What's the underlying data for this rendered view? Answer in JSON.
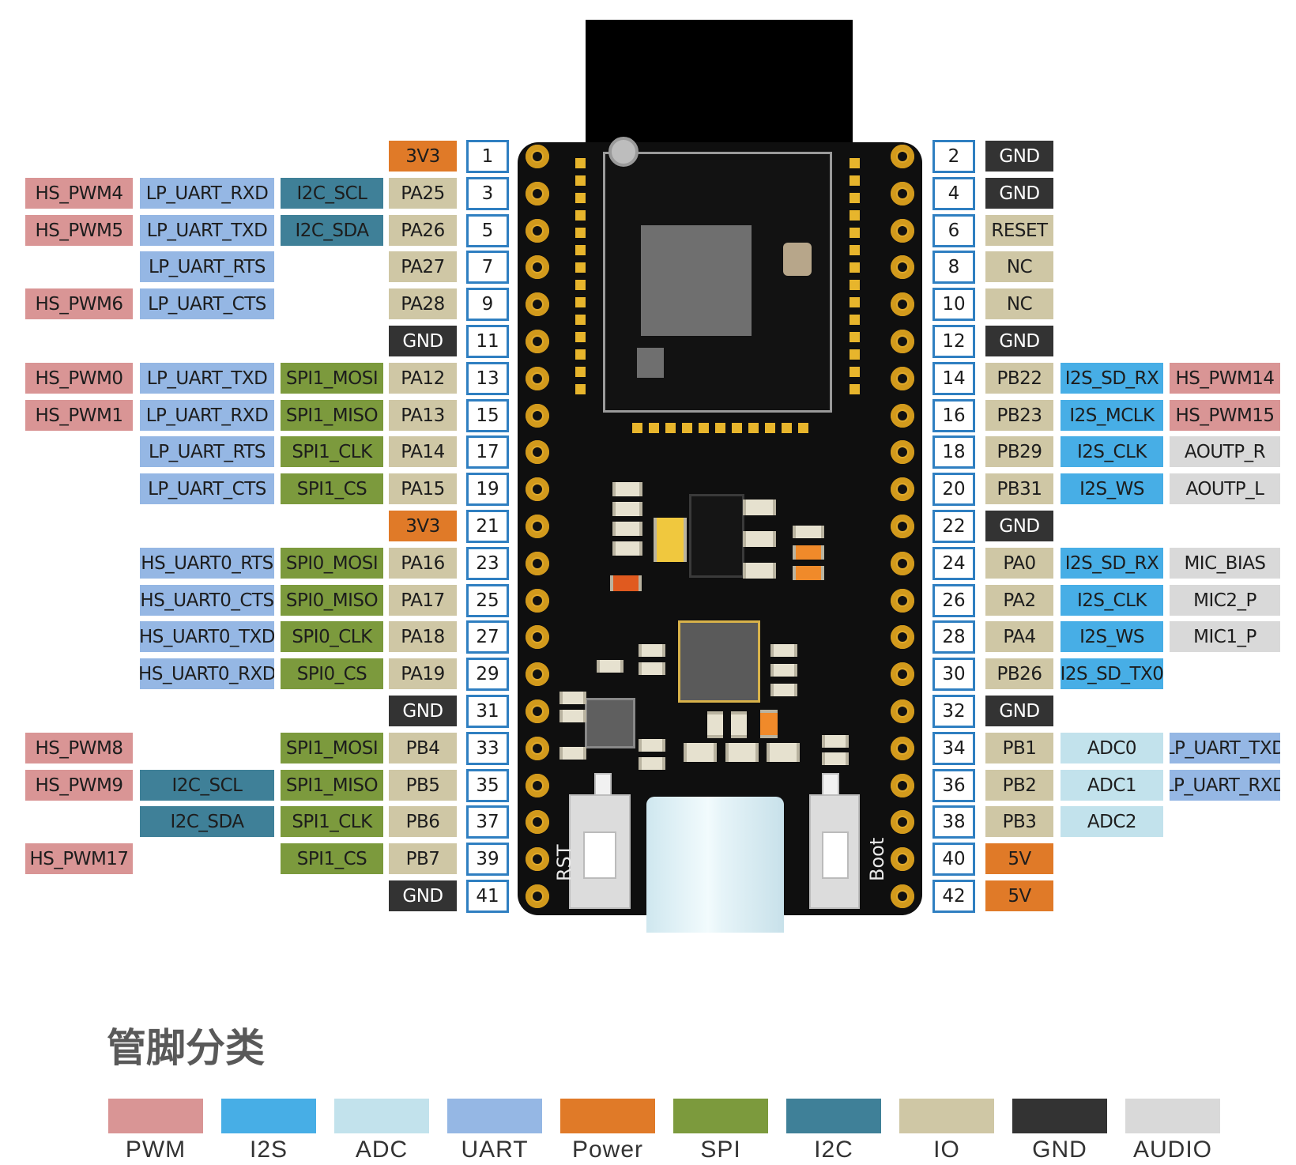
{
  "colors": {
    "PWM": "#d99595",
    "I2S": "#47aee6",
    "ADC": "#c2e2ec",
    "UART": "#95b7e4",
    "Power": "#e07a28",
    "SPI": "#7c9a3d",
    "I2C": "#3f8098",
    "IO": "#cfc7a5",
    "GND": "#333333",
    "AUDIO": "#d9d9d9"
  },
  "left_rows": [
    {
      "num": "1",
      "io": {
        "t": "3V3",
        "c": "Power"
      }
    },
    {
      "num": "3",
      "io": {
        "t": "PA25",
        "c": "IO"
      },
      "f1": {
        "t": "I2C_SCL",
        "c": "I2C"
      },
      "f2": {
        "t": "LP_UART_RXD",
        "c": "UART"
      },
      "f3": {
        "t": "HS_PWM4",
        "c": "PWM"
      }
    },
    {
      "num": "5",
      "io": {
        "t": "PA26",
        "c": "IO"
      },
      "f1": {
        "t": "I2C_SDA",
        "c": "I2C"
      },
      "f2": {
        "t": "LP_UART_TXD",
        "c": "UART"
      },
      "f3": {
        "t": "HS_PWM5",
        "c": "PWM"
      }
    },
    {
      "num": "7",
      "io": {
        "t": "PA27",
        "c": "IO"
      },
      "f2": {
        "t": "LP_UART_RTS",
        "c": "UART"
      }
    },
    {
      "num": "9",
      "io": {
        "t": "PA28",
        "c": "IO"
      },
      "f2": {
        "t": "LP_UART_CTS",
        "c": "UART"
      },
      "f3": {
        "t": "HS_PWM6",
        "c": "PWM"
      }
    },
    {
      "num": "11",
      "io": {
        "t": "GND",
        "c": "GND"
      }
    },
    {
      "num": "13",
      "io": {
        "t": "PA12",
        "c": "IO"
      },
      "f1": {
        "t": "SPI1_MOSI",
        "c": "SPI"
      },
      "f2": {
        "t": "LP_UART_TXD",
        "c": "UART"
      },
      "f3": {
        "t": "HS_PWM0",
        "c": "PWM"
      }
    },
    {
      "num": "15",
      "io": {
        "t": "PA13",
        "c": "IO"
      },
      "f1": {
        "t": "SPI1_MISO",
        "c": "SPI"
      },
      "f2": {
        "t": "LP_UART_RXD",
        "c": "UART"
      },
      "f3": {
        "t": "HS_PWM1",
        "c": "PWM"
      }
    },
    {
      "num": "17",
      "io": {
        "t": "PA14",
        "c": "IO"
      },
      "f1": {
        "t": "SPI1_CLK",
        "c": "SPI"
      },
      "f2": {
        "t": "LP_UART_RTS",
        "c": "UART"
      }
    },
    {
      "num": "19",
      "io": {
        "t": "PA15",
        "c": "IO"
      },
      "f1": {
        "t": "SPI1_CS",
        "c": "SPI"
      },
      "f2": {
        "t": "LP_UART_CTS",
        "c": "UART"
      }
    },
    {
      "num": "21",
      "io": {
        "t": "3V3",
        "c": "Power"
      }
    },
    {
      "num": "23",
      "io": {
        "t": "PA16",
        "c": "IO"
      },
      "f1": {
        "t": "SPI0_MOSI",
        "c": "SPI"
      },
      "f2": {
        "t": "HS_UART0_RTS",
        "c": "UART"
      }
    },
    {
      "num": "25",
      "io": {
        "t": "PA17",
        "c": "IO"
      },
      "f1": {
        "t": "SPI0_MISO",
        "c": "SPI"
      },
      "f2": {
        "t": "HS_UART0_CTS",
        "c": "UART"
      }
    },
    {
      "num": "27",
      "io": {
        "t": "PA18",
        "c": "IO"
      },
      "f1": {
        "t": "SPI0_CLK",
        "c": "SPI"
      },
      "f2": {
        "t": "HS_UART0_TXD",
        "c": "UART"
      }
    },
    {
      "num": "29",
      "io": {
        "t": "PA19",
        "c": "IO"
      },
      "f1": {
        "t": "SPI0_CS",
        "c": "SPI"
      },
      "f2": {
        "t": "HS_UART0_RXD",
        "c": "UART"
      }
    },
    {
      "num": "31",
      "io": {
        "t": "GND",
        "c": "GND"
      }
    },
    {
      "num": "33",
      "io": {
        "t": "PB4",
        "c": "IO"
      },
      "f1": {
        "t": "SPI1_MOSI",
        "c": "SPI"
      },
      "f3": {
        "t": "HS_PWM8",
        "c": "PWM"
      }
    },
    {
      "num": "35",
      "io": {
        "t": "PB5",
        "c": "IO"
      },
      "f1": {
        "t": "SPI1_MISO",
        "c": "SPI"
      },
      "f2": {
        "t": "I2C_SCL",
        "c": "I2C"
      },
      "f3": {
        "t": "HS_PWM9",
        "c": "PWM"
      }
    },
    {
      "num": "37",
      "io": {
        "t": "PB6",
        "c": "IO"
      },
      "f1": {
        "t": "SPI1_CLK",
        "c": "SPI"
      },
      "f2": {
        "t": "I2C_SDA",
        "c": "I2C"
      }
    },
    {
      "num": "39",
      "io": {
        "t": "PB7",
        "c": "IO"
      },
      "f1": {
        "t": "SPI1_CS",
        "c": "SPI"
      },
      "f3": {
        "t": "HS_PWM17",
        "c": "PWM"
      }
    },
    {
      "num": "41",
      "io": {
        "t": "GND",
        "c": "GND"
      }
    }
  ],
  "right_rows": [
    {
      "num": "2",
      "io": {
        "t": "GND",
        "c": "GND"
      }
    },
    {
      "num": "4",
      "io": {
        "t": "GND",
        "c": "GND"
      }
    },
    {
      "num": "6",
      "io": {
        "t": "RESET",
        "c": "IO"
      }
    },
    {
      "num": "8",
      "io": {
        "t": "NC",
        "c": "IO"
      }
    },
    {
      "num": "10",
      "io": {
        "t": "NC",
        "c": "IO"
      }
    },
    {
      "num": "12",
      "io": {
        "t": "GND",
        "c": "GND"
      }
    },
    {
      "num": "14",
      "io": {
        "t": "PB22",
        "c": "IO"
      },
      "f1": {
        "t": "I2S_SD_RX",
        "c": "I2S"
      },
      "f2": {
        "t": "HS_PWM14",
        "c": "PWM"
      }
    },
    {
      "num": "16",
      "io": {
        "t": "PB23",
        "c": "IO"
      },
      "f1": {
        "t": "I2S_MCLK",
        "c": "I2S"
      },
      "f2": {
        "t": "HS_PWM15",
        "c": "PWM"
      }
    },
    {
      "num": "18",
      "io": {
        "t": "PB29",
        "c": "IO"
      },
      "f1": {
        "t": "I2S_CLK",
        "c": "I2S"
      },
      "f2": {
        "t": "AOUTP_R",
        "c": "AUDIO"
      }
    },
    {
      "num": "20",
      "io": {
        "t": "PB31",
        "c": "IO"
      },
      "f1": {
        "t": "I2S_WS",
        "c": "I2S"
      },
      "f2": {
        "t": "AOUTP_L",
        "c": "AUDIO"
      }
    },
    {
      "num": "22",
      "io": {
        "t": "GND",
        "c": "GND"
      }
    },
    {
      "num": "24",
      "io": {
        "t": "PA0",
        "c": "IO"
      },
      "f1": {
        "t": "I2S_SD_RX",
        "c": "I2S"
      },
      "f2": {
        "t": "MIC_BIAS",
        "c": "AUDIO"
      }
    },
    {
      "num": "26",
      "io": {
        "t": "PA2",
        "c": "IO"
      },
      "f1": {
        "t": "I2S_CLK",
        "c": "I2S"
      },
      "f2": {
        "t": "MIC2_P",
        "c": "AUDIO"
      }
    },
    {
      "num": "28",
      "io": {
        "t": "PA4",
        "c": "IO"
      },
      "f1": {
        "t": "I2S_WS",
        "c": "I2S"
      },
      "f2": {
        "t": "MIC1_P",
        "c": "AUDIO"
      }
    },
    {
      "num": "30",
      "io": {
        "t": "PB26",
        "c": "IO"
      },
      "f1": {
        "t": "I2S_SD_TX0",
        "c": "I2S"
      }
    },
    {
      "num": "32",
      "io": {
        "t": "GND",
        "c": "GND"
      }
    },
    {
      "num": "34",
      "io": {
        "t": "PB1",
        "c": "IO"
      },
      "f1": {
        "t": "ADC0",
        "c": "ADC"
      },
      "f2": {
        "t": "LP_UART_TXD",
        "c": "UART"
      }
    },
    {
      "num": "36",
      "io": {
        "t": "PB2",
        "c": "IO"
      },
      "f1": {
        "t": "ADC1",
        "c": "ADC"
      },
      "f2": {
        "t": "LP_UART_RXD",
        "c": "UART"
      }
    },
    {
      "num": "38",
      "io": {
        "t": "PB3",
        "c": "IO"
      },
      "f1": {
        "t": "ADC2",
        "c": "ADC"
      }
    },
    {
      "num": "40",
      "io": {
        "t": "5V",
        "c": "Power"
      }
    },
    {
      "num": "42",
      "io": {
        "t": "5V",
        "c": "Power"
      }
    }
  ],
  "board": {
    "rst_label": "RST",
    "boot_label": "Boot"
  },
  "legend": {
    "title": "管脚分类",
    "items": [
      {
        "label": "PWM",
        "c": "PWM"
      },
      {
        "label": "I2S",
        "c": "I2S"
      },
      {
        "label": "ADC",
        "c": "ADC"
      },
      {
        "label": "UART",
        "c": "UART"
      },
      {
        "label": "Power",
        "c": "Power"
      },
      {
        "label": "SPI",
        "c": "SPI"
      },
      {
        "label": "I2C",
        "c": "I2C"
      },
      {
        "label": "IO",
        "c": "IO"
      },
      {
        "label": "GND",
        "c": "GND"
      },
      {
        "label": "AUDIO",
        "c": "AUDIO"
      }
    ]
  }
}
